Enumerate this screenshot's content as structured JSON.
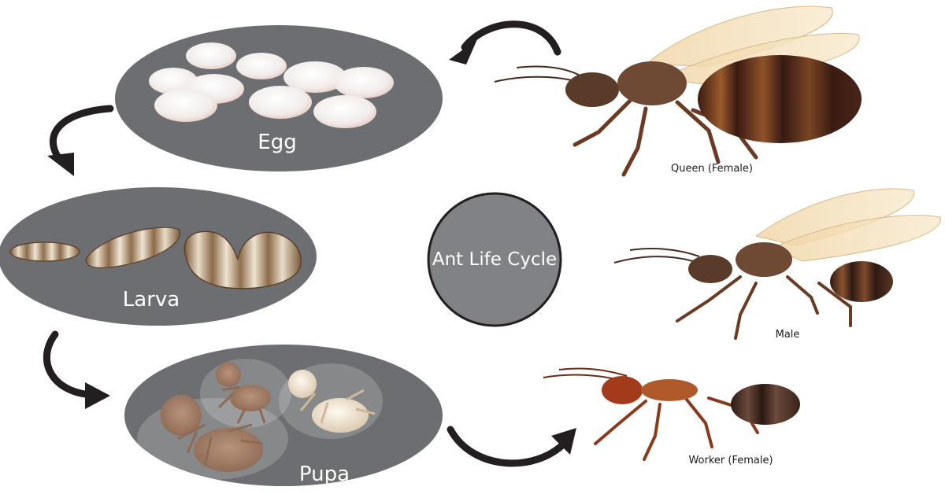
{
  "diagram": {
    "center_title": "Ant Life Cycle",
    "stages": {
      "egg": "Egg",
      "larva": "Larva",
      "pupa": "Pupa"
    },
    "castes": {
      "queen": "Queen (Female)",
      "male": "Male",
      "worker": "Worker (Female)"
    },
    "colors": {
      "stage_circle": "#6d6e71",
      "center_circle": "#808285",
      "arrow": "#231f20",
      "queen_abdomen": "#4a2418",
      "worker_head": "#a33a1c"
    }
  }
}
